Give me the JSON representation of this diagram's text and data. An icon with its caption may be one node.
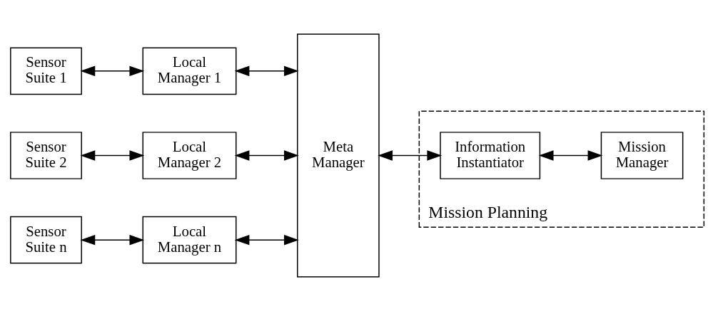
{
  "diagram": {
    "nodes": [
      {
        "text": [
          "Sensor Suite 1"
        ]
      },
      {
        "text": [
          "Local Manager 1"
        ]
      },
      {
        "text": [
          "Sensor Suite 2"
        ]
      },
      {
        "text": [
          "Local Manager 2"
        ]
      },
      {
        "text": [
          "Sensor Suite n"
        ]
      },
      {
        "text": [
          "Local Manager n"
        ]
      },
      {
        "text": [
          "Meta Manager"
        ]
      },
      {
        "text": [
          "Mission Planning"
        ]
      },
      {
        "text": [
          "Information Instantiator"
        ],
        "in": 7
      },
      {
        "text": [
          "Mission Manager"
        ],
        "in": 7
      }
    ],
    "edges": [
      {
        "from": 0,
        "to": 1,
        "arrow": "both"
      },
      {
        "from": 2,
        "to": 3,
        "arrow": "both"
      },
      {
        "from": 4,
        "to": 5,
        "arrow": "both"
      },
      {
        "from": 6,
        "to": 1,
        "arrow": "both"
      },
      {
        "from": 6,
        "to": 3,
        "arrow": "both"
      },
      {
        "from": 6,
        "to": 5,
        "arrow": "both"
      },
      {
        "from": 6,
        "to": 8,
        "arrow": "both"
      },
      {
        "from": 8,
        "to": 9,
        "arrow": "both"
      }
    ]
  }
}
